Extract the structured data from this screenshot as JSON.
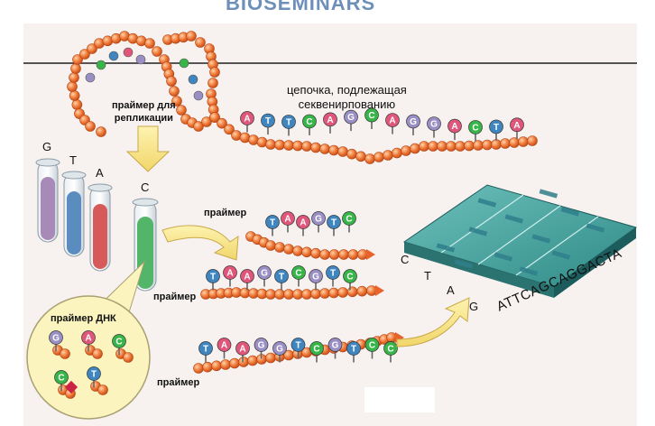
{
  "header": {
    "title_fragment": "BIOSEMINARS"
  },
  "template_strand": {
    "label_line1": "цепочка, подлежащая",
    "label_line2": "секвенирпованию",
    "bases": [
      "A",
      "T",
      "T",
      "C",
      "A",
      "G",
      "C",
      "A",
      "G",
      "G",
      "A",
      "C",
      "T",
      "A"
    ]
  },
  "primer_label": {
    "line1": "праймер для",
    "line2": "репликации"
  },
  "tubes": {
    "letters": [
      "G",
      "T",
      "A",
      "C"
    ]
  },
  "primer_circle": {
    "title": "праймер ДНК",
    "bases": [
      "G",
      "A",
      "C",
      "C",
      "T"
    ]
  },
  "fragments": [
    {
      "label": "праймер",
      "bases": [
        "T",
        "A",
        "A",
        "G",
        "T",
        "C"
      ]
    },
    {
      "label": "праймер",
      "bases": [
        "T",
        "A",
        "A",
        "G",
        "T",
        "C",
        "G",
        "T",
        "C"
      ]
    },
    {
      "label": "праймер",
      "bases": [
        "T",
        "A",
        "A",
        "G",
        "G",
        "T",
        "C",
        "G",
        "T",
        "C",
        "C"
      ]
    }
  ],
  "gel": {
    "lane_letters": [
      "C",
      "T",
      "A",
      "G"
    ],
    "read_sequence": "ATTCAGCAGGACTA"
  },
  "colors": {
    "A": "#e0567a",
    "T": "#3f86c0",
    "G": "#9a8fc5",
    "C": "#38b548",
    "bead": "#e8632c",
    "gel_top": "#3e9c97",
    "gel_side": "#1d5c5c"
  }
}
